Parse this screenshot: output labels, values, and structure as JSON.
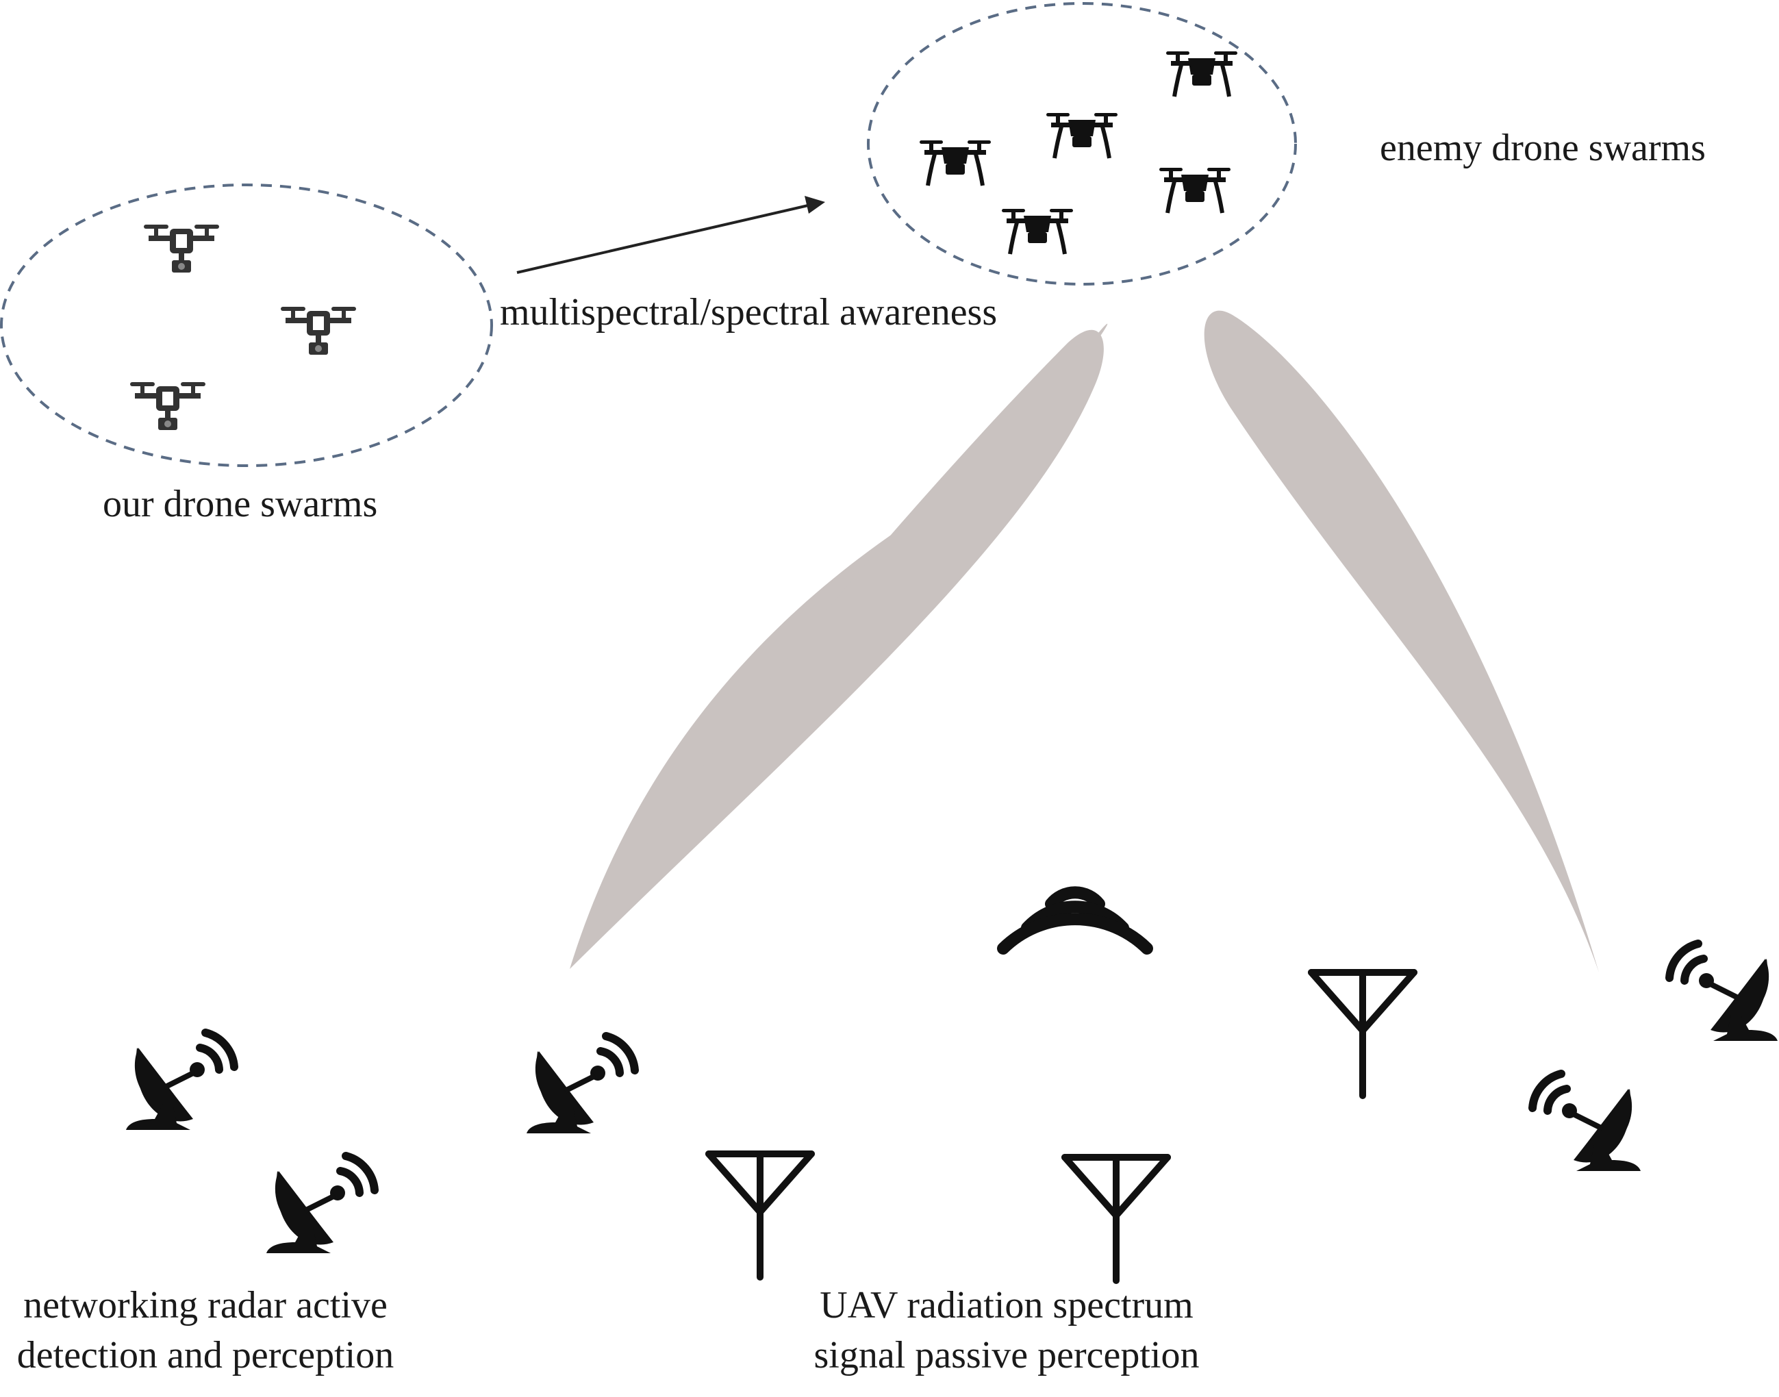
{
  "labels": {
    "our_swarm": "our drone swarms",
    "enemy_swarm": "enemy drone swarms",
    "awareness": "multispectral/spectral awareness",
    "radar_line1": "networking radar active",
    "radar_line2": "detection and perception",
    "uav_line1": "UAV radiation spectrum",
    "uav_line2": "signal passive perception"
  },
  "colors": {
    "icon": "#111111",
    "our_drone": "#333333",
    "ellipse_stroke": "#5a6c85",
    "beam": "#c9c2c0"
  },
  "icons": {
    "our_drone": "quadcopter-with-camera-icon",
    "enemy_drone": "quadcopter-icon",
    "radar": "radar-dish-icon",
    "antenna": "antenna-icon",
    "signal": "signal-waves-icon"
  }
}
